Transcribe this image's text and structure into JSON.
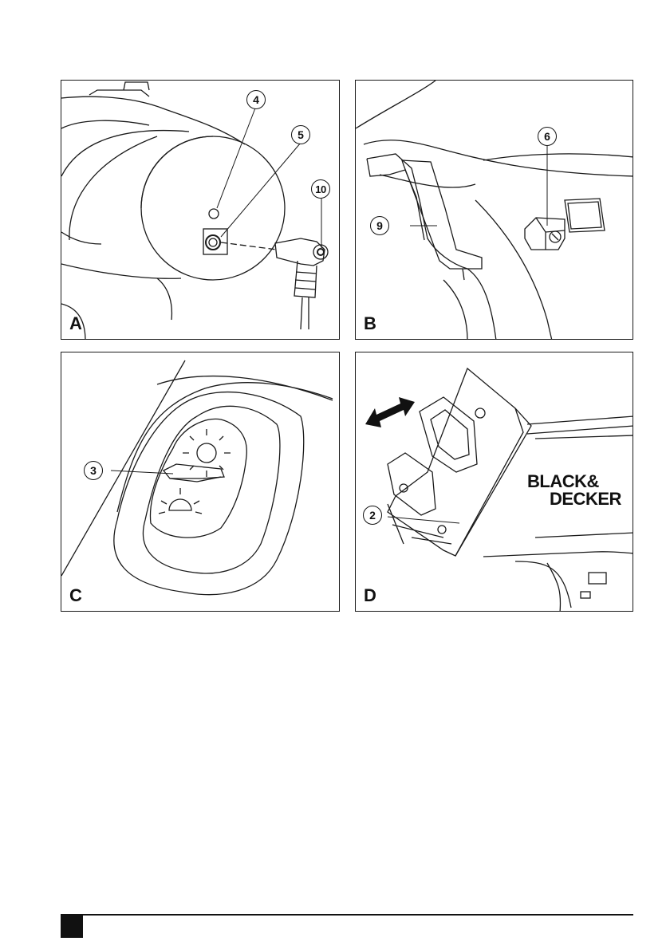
{
  "panels": [
    {
      "letter": "A",
      "callouts": [
        "4",
        "5",
        "10"
      ]
    },
    {
      "letter": "B",
      "callouts": [
        "6",
        "9"
      ]
    },
    {
      "letter": "C",
      "callouts": [
        "3"
      ]
    },
    {
      "letter": "D",
      "callouts": [
        "2"
      ],
      "brand": [
        "BLACK&",
        "DECKER"
      ]
    }
  ]
}
